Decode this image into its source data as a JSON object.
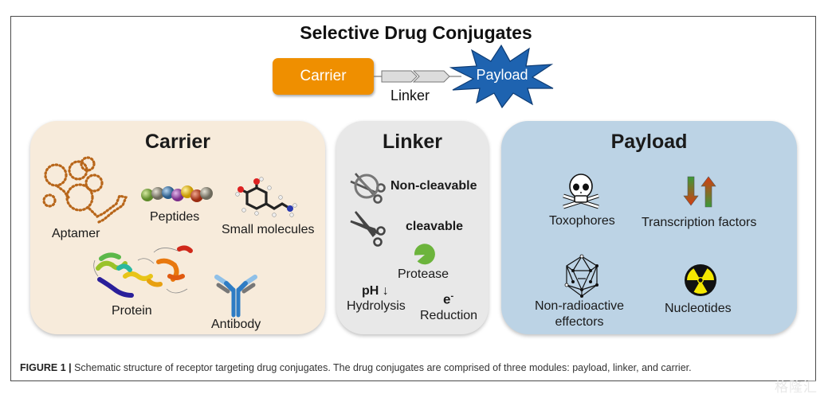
{
  "figure": {
    "title": "Selective Drug Conjugates",
    "schematic": {
      "carrier_label": "Carrier",
      "linker_label": "Linker",
      "payload_label": "Payload",
      "colors": {
        "carrier": "#ef8f00",
        "payload": "#1e63b0",
        "linker": "#dcdcdc"
      }
    },
    "panels": {
      "carrier": {
        "title": "Carrier",
        "background": "#f7ebdb",
        "items": [
          {
            "label": "Aptamer",
            "icon": "aptamer-icon"
          },
          {
            "label": "Peptides",
            "icon": "peptides-icon"
          },
          {
            "label": "Small molecules",
            "icon": "small-molecule-icon"
          },
          {
            "label": "Protein",
            "icon": "protein-icon"
          },
          {
            "label": "Antibody",
            "icon": "antibody-icon"
          }
        ]
      },
      "linker": {
        "title": "Linker",
        "background": "#e8e8e8",
        "items": [
          {
            "label": "Non-cleavable",
            "icon": "crossed-scissors-icon"
          },
          {
            "label": "cleavable",
            "icon": "scissors-icon"
          },
          {
            "label": "Protease",
            "icon": "protease-icon"
          },
          {
            "symbol": "pH ↓",
            "label": "Hydrolysis"
          },
          {
            "symbol": "e",
            "symbol_sup": "-",
            "label": "Reduction"
          }
        ]
      },
      "payload": {
        "title": "Payload",
        "background": "#bcd3e5",
        "items": [
          {
            "label": "Toxophores",
            "icon": "skull-crossbones-icon"
          },
          {
            "label": "Transcription factors",
            "icon": "up-down-arrows-icon"
          },
          {
            "label_line1": "Non-radioactive",
            "label_line2": "effectors",
            "icon": "icosahedron-icon"
          },
          {
            "label": "Nucleotides",
            "icon": "radiation-icon"
          }
        ]
      }
    },
    "caption": {
      "figure_label": "FIGURE 1 |",
      "text": " Schematic structure of receptor targeting drug conjugates. The drug conjugates are comprised of three modules: payload, linker, and carrier."
    },
    "watermark": "格隆汇"
  }
}
